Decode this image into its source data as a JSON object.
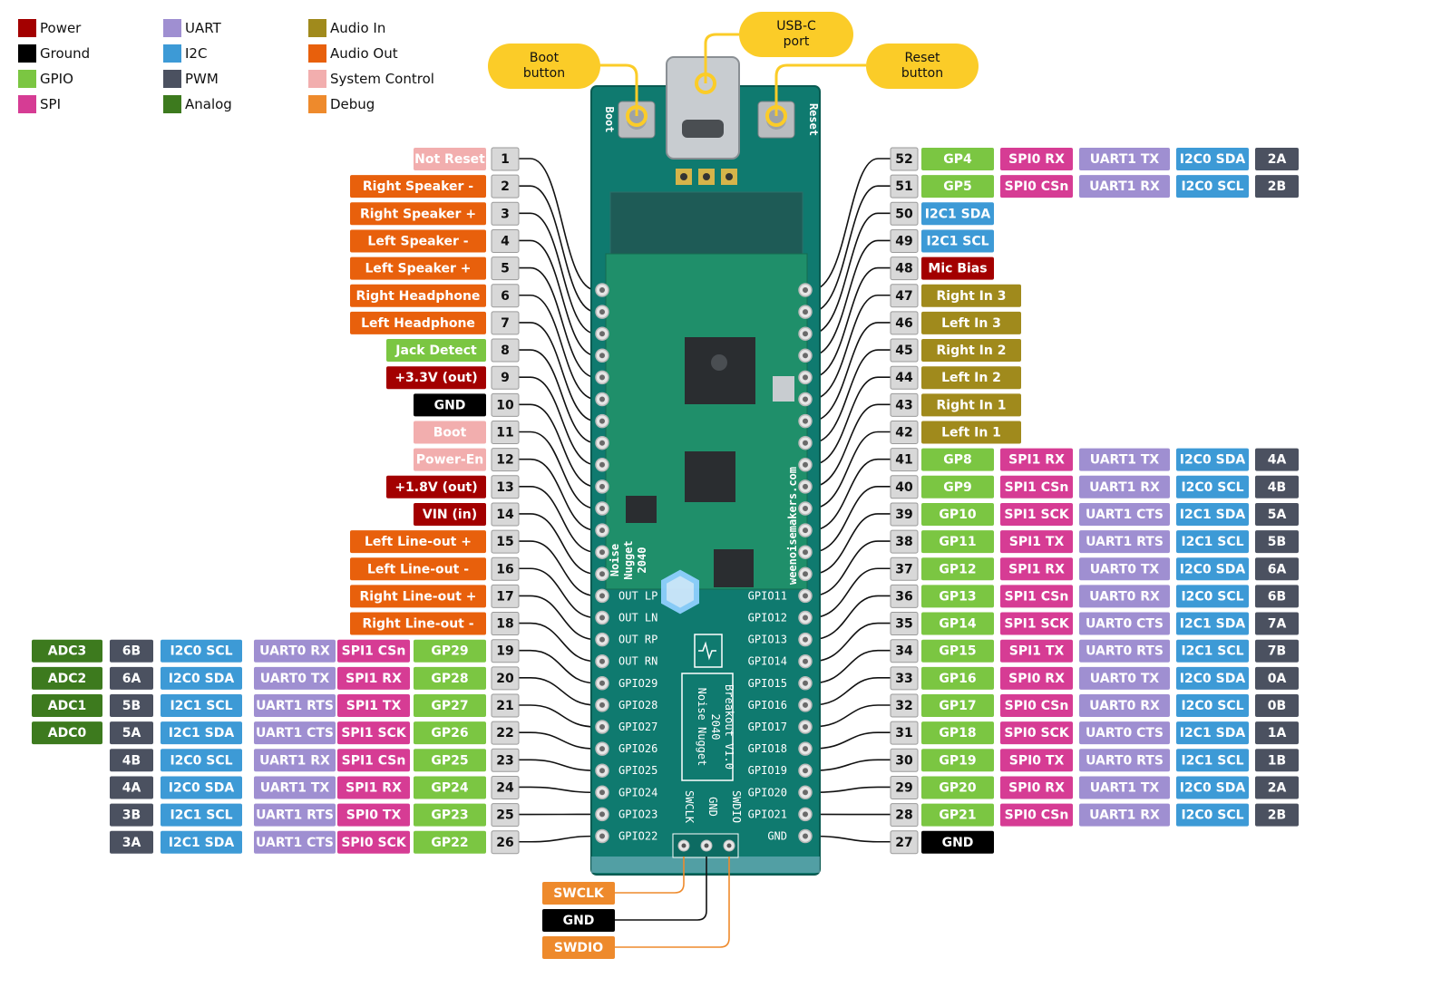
{
  "colors": {
    "Power": "#a30000",
    "Ground": "#000000",
    "GPIO": "#7bc642",
    "SPI": "#d63c94",
    "UART": "#9f8fd1",
    "I2C": "#3d9ad6",
    "PWM": "#4b5160",
    "Analog": "#3d7a1e",
    "AudioIn": "#a08a1c",
    "AudioOut": "#e8600c",
    "SysCtrl": "#f2aeae",
    "Debug": "#ee8a2c",
    "pinbox": "#d8d8d8",
    "board": "#0f7a6f",
    "callout": "#fbcc28"
  },
  "legend": [
    {
      "label": "Power",
      "color": "#a30000"
    },
    {
      "label": "Ground",
      "color": "#000000"
    },
    {
      "label": "GPIO",
      "color": "#7bc642"
    },
    {
      "label": "SPI",
      "color": "#d63c94"
    },
    {
      "label": "UART",
      "color": "#9f8fd1"
    },
    {
      "label": "I2C",
      "color": "#3d9ad6"
    },
    {
      "label": "PWM",
      "color": "#4b5160"
    },
    {
      "label": "Analog",
      "color": "#3d7a1e"
    },
    {
      "label": "Audio In",
      "color": "#a08a1c"
    },
    {
      "label": "Audio Out",
      "color": "#e8600c"
    },
    {
      "label": "System Control",
      "color": "#f2aeae"
    },
    {
      "label": "Debug",
      "color": "#ee8a2c"
    }
  ],
  "callouts": {
    "boot": [
      "Boot",
      "button"
    ],
    "usb": [
      "USB-C",
      "port"
    ],
    "reset": [
      "Reset",
      "button"
    ]
  },
  "board": {
    "boot_silk": "Boot",
    "reset_silk": "Reset",
    "website": "weenoisemakers.com",
    "name_silk": [
      "Noise",
      "Nugget",
      "2040"
    ],
    "breakout_silk": [
      "Noise Nugget",
      "2040",
      "Breakout V1.0"
    ],
    "swd_silk": [
      "SWCLK",
      "GND",
      "SWDIO"
    ],
    "left_silk": [
      "OUT LP",
      "OUT LN",
      "OUT RP",
      "OUT RN",
      "GPIO29",
      "GPIO28",
      "GPIO27",
      "GPIO26",
      "GPIO25",
      "GPIO24",
      "GPIO23",
      "GPIO22"
    ],
    "right_silk": [
      "GPIO11",
      "GPIO12",
      "GPIO13",
      "GPIO14",
      "GPIO15",
      "GPIO16",
      "GPIO17",
      "GPIO18",
      "GPIO19",
      "GPIO20",
      "GPIO21",
      "GND"
    ]
  },
  "left_pins": [
    {
      "pin": "1",
      "tags": [
        {
          "t": "Not Reset",
          "c": "SysCtrl"
        }
      ]
    },
    {
      "pin": "2",
      "tags": [
        {
          "t": "Right Speaker -",
          "c": "AudioOut"
        }
      ]
    },
    {
      "pin": "3",
      "tags": [
        {
          "t": "Right Speaker +",
          "c": "AudioOut"
        }
      ]
    },
    {
      "pin": "4",
      "tags": [
        {
          "t": "Left Speaker -",
          "c": "AudioOut"
        }
      ]
    },
    {
      "pin": "5",
      "tags": [
        {
          "t": "Left Speaker +",
          "c": "AudioOut"
        }
      ]
    },
    {
      "pin": "6",
      "tags": [
        {
          "t": "Right Headphone",
          "c": "AudioOut"
        }
      ]
    },
    {
      "pin": "7",
      "tags": [
        {
          "t": "Left Headphone",
          "c": "AudioOut"
        }
      ]
    },
    {
      "pin": "8",
      "tags": [
        {
          "t": "Jack Detect",
          "c": "GPIO"
        }
      ]
    },
    {
      "pin": "9",
      "tags": [
        {
          "t": "+3.3V (out)",
          "c": "Power"
        }
      ]
    },
    {
      "pin": "10",
      "tags": [
        {
          "t": "GND",
          "c": "Ground"
        }
      ]
    },
    {
      "pin": "11",
      "tags": [
        {
          "t": "Boot",
          "c": "SysCtrl"
        }
      ]
    },
    {
      "pin": "12",
      "tags": [
        {
          "t": "Power-En",
          "c": "SysCtrl"
        }
      ]
    },
    {
      "pin": "13",
      "tags": [
        {
          "t": "+1.8V (out)",
          "c": "Power"
        }
      ]
    },
    {
      "pin": "14",
      "tags": [
        {
          "t": "VIN (in)",
          "c": "Power"
        }
      ]
    },
    {
      "pin": "15",
      "tags": [
        {
          "t": "Left Line-out +",
          "c": "AudioOut"
        }
      ]
    },
    {
      "pin": "16",
      "tags": [
        {
          "t": "Left Line-out -",
          "c": "AudioOut"
        }
      ]
    },
    {
      "pin": "17",
      "tags": [
        {
          "t": "Right Line-out +",
          "c": "AudioOut"
        }
      ]
    },
    {
      "pin": "18",
      "tags": [
        {
          "t": "Right Line-out -",
          "c": "AudioOut"
        }
      ]
    },
    {
      "pin": "19",
      "tags": [
        {
          "t": "GP29",
          "c": "GPIO"
        },
        {
          "t": "SPI1 CSn",
          "c": "SPI"
        },
        {
          "t": "UART0 RX",
          "c": "UART"
        },
        {
          "t": "I2C0 SCL",
          "c": "I2C"
        },
        {
          "t": "6B",
          "c": "PWM"
        },
        {
          "t": "ADC3",
          "c": "Analog"
        }
      ]
    },
    {
      "pin": "20",
      "tags": [
        {
          "t": "GP28",
          "c": "GPIO"
        },
        {
          "t": "SPI1 RX",
          "c": "SPI"
        },
        {
          "t": "UART0 TX",
          "c": "UART"
        },
        {
          "t": "I2C0 SDA",
          "c": "I2C"
        },
        {
          "t": "6A",
          "c": "PWM"
        },
        {
          "t": "ADC2",
          "c": "Analog"
        }
      ]
    },
    {
      "pin": "21",
      "tags": [
        {
          "t": "GP27",
          "c": "GPIO"
        },
        {
          "t": "SPI1 TX",
          "c": "SPI"
        },
        {
          "t": "UART1 RTS",
          "c": "UART"
        },
        {
          "t": "I2C1 SCL",
          "c": "I2C"
        },
        {
          "t": "5B",
          "c": "PWM"
        },
        {
          "t": "ADC1",
          "c": "Analog"
        }
      ]
    },
    {
      "pin": "22",
      "tags": [
        {
          "t": "GP26",
          "c": "GPIO"
        },
        {
          "t": "SPI1 SCK",
          "c": "SPI"
        },
        {
          "t": "UART1 CTS",
          "c": "UART"
        },
        {
          "t": "I2C1 SDA",
          "c": "I2C"
        },
        {
          "t": "5A",
          "c": "PWM"
        },
        {
          "t": "ADC0",
          "c": "Analog"
        }
      ]
    },
    {
      "pin": "23",
      "tags": [
        {
          "t": "GP25",
          "c": "GPIO"
        },
        {
          "t": "SPI1 CSn",
          "c": "SPI"
        },
        {
          "t": "UART1 RX",
          "c": "UART"
        },
        {
          "t": "I2C0 SCL",
          "c": "I2C"
        },
        {
          "t": "4B",
          "c": "PWM"
        }
      ]
    },
    {
      "pin": "24",
      "tags": [
        {
          "t": "GP24",
          "c": "GPIO"
        },
        {
          "t": "SPI1 RX",
          "c": "SPI"
        },
        {
          "t": "UART1 TX",
          "c": "UART"
        },
        {
          "t": "I2C0 SDA",
          "c": "I2C"
        },
        {
          "t": "4A",
          "c": "PWM"
        }
      ]
    },
    {
      "pin": "25",
      "tags": [
        {
          "t": "GP23",
          "c": "GPIO"
        },
        {
          "t": "SPI0 TX",
          "c": "SPI"
        },
        {
          "t": "UART1 RTS",
          "c": "UART"
        },
        {
          "t": "I2C1 SCL",
          "c": "I2C"
        },
        {
          "t": "3B",
          "c": "PWM"
        }
      ]
    },
    {
      "pin": "26",
      "tags": [
        {
          "t": "GP22",
          "c": "GPIO"
        },
        {
          "t": "SPI0 SCK",
          "c": "SPI"
        },
        {
          "t": "UART1 CTS",
          "c": "UART"
        },
        {
          "t": "I2C1 SDA",
          "c": "I2C"
        },
        {
          "t": "3A",
          "c": "PWM"
        }
      ]
    }
  ],
  "right_pins": [
    {
      "pin": "52",
      "tags": [
        {
          "t": "GP4",
          "c": "GPIO"
        },
        {
          "t": "SPI0 RX",
          "c": "SPI"
        },
        {
          "t": "UART1 TX",
          "c": "UART"
        },
        {
          "t": "I2C0 SDA",
          "c": "I2C"
        },
        {
          "t": "2A",
          "c": "PWM"
        }
      ]
    },
    {
      "pin": "51",
      "tags": [
        {
          "t": "GP5",
          "c": "GPIO"
        },
        {
          "t": "SPI0 CSn",
          "c": "SPI"
        },
        {
          "t": "UART1 RX",
          "c": "UART"
        },
        {
          "t": "I2C0 SCL",
          "c": "I2C"
        },
        {
          "t": "2B",
          "c": "PWM"
        }
      ]
    },
    {
      "pin": "50",
      "tags": [
        {
          "t": "I2C1 SDA",
          "c": "I2C"
        }
      ]
    },
    {
      "pin": "49",
      "tags": [
        {
          "t": "I2C1 SCL",
          "c": "I2C"
        }
      ]
    },
    {
      "pin": "48",
      "tags": [
        {
          "t": "Mic Bias",
          "c": "Power"
        }
      ]
    },
    {
      "pin": "47",
      "tags": [
        {
          "t": "Right In 3",
          "c": "AudioIn"
        }
      ]
    },
    {
      "pin": "46",
      "tags": [
        {
          "t": "Left In 3",
          "c": "AudioIn"
        }
      ]
    },
    {
      "pin": "45",
      "tags": [
        {
          "t": "Right In 2",
          "c": "AudioIn"
        }
      ]
    },
    {
      "pin": "44",
      "tags": [
        {
          "t": "Left In 2",
          "c": "AudioIn"
        }
      ]
    },
    {
      "pin": "43",
      "tags": [
        {
          "t": "Right In 1",
          "c": "AudioIn"
        }
      ]
    },
    {
      "pin": "42",
      "tags": [
        {
          "t": "Left In 1",
          "c": "AudioIn"
        }
      ]
    },
    {
      "pin": "41",
      "tags": [
        {
          "t": "GP8",
          "c": "GPIO"
        },
        {
          "t": "SPI1 RX",
          "c": "SPI"
        },
        {
          "t": "UART1 TX",
          "c": "UART"
        },
        {
          "t": "I2C0 SDA",
          "c": "I2C"
        },
        {
          "t": "4A",
          "c": "PWM"
        }
      ]
    },
    {
      "pin": "40",
      "tags": [
        {
          "t": "GP9",
          "c": "GPIO"
        },
        {
          "t": "SPI1 CSn",
          "c": "SPI"
        },
        {
          "t": "UART1 RX",
          "c": "UART"
        },
        {
          "t": "I2C0 SCL",
          "c": "I2C"
        },
        {
          "t": "4B",
          "c": "PWM"
        }
      ]
    },
    {
      "pin": "39",
      "tags": [
        {
          "t": "GP10",
          "c": "GPIO"
        },
        {
          "t": "SPI1 SCK",
          "c": "SPI"
        },
        {
          "t": "UART1 CTS",
          "c": "UART"
        },
        {
          "t": "I2C1 SDA",
          "c": "I2C"
        },
        {
          "t": "5A",
          "c": "PWM"
        }
      ]
    },
    {
      "pin": "38",
      "tags": [
        {
          "t": "GP11",
          "c": "GPIO"
        },
        {
          "t": "SPI1 TX",
          "c": "SPI"
        },
        {
          "t": "UART1 RTS",
          "c": "UART"
        },
        {
          "t": "I2C1 SCL",
          "c": "I2C"
        },
        {
          "t": "5B",
          "c": "PWM"
        }
      ]
    },
    {
      "pin": "37",
      "tags": [
        {
          "t": "GP12",
          "c": "GPIO"
        },
        {
          "t": "SPI1 RX",
          "c": "SPI"
        },
        {
          "t": "UART0 TX",
          "c": "UART"
        },
        {
          "t": "I2C0 SDA",
          "c": "I2C"
        },
        {
          "t": "6A",
          "c": "PWM"
        }
      ]
    },
    {
      "pin": "36",
      "tags": [
        {
          "t": "GP13",
          "c": "GPIO"
        },
        {
          "t": "SPI1 CSn",
          "c": "SPI"
        },
        {
          "t": "UART0 RX",
          "c": "UART"
        },
        {
          "t": "I2C0 SCL",
          "c": "I2C"
        },
        {
          "t": "6B",
          "c": "PWM"
        }
      ]
    },
    {
      "pin": "35",
      "tags": [
        {
          "t": "GP14",
          "c": "GPIO"
        },
        {
          "t": "SPI1 SCK",
          "c": "SPI"
        },
        {
          "t": "UART0 CTS",
          "c": "UART"
        },
        {
          "t": "I2C1 SDA",
          "c": "I2C"
        },
        {
          "t": "7A",
          "c": "PWM"
        }
      ]
    },
    {
      "pin": "34",
      "tags": [
        {
          "t": "GP15",
          "c": "GPIO"
        },
        {
          "t": "SPI1 TX",
          "c": "SPI"
        },
        {
          "t": "UART0 RTS",
          "c": "UART"
        },
        {
          "t": "I2C1 SCL",
          "c": "I2C"
        },
        {
          "t": "7B",
          "c": "PWM"
        }
      ]
    },
    {
      "pin": "33",
      "tags": [
        {
          "t": "GP16",
          "c": "GPIO"
        },
        {
          "t": "SPI0 RX",
          "c": "SPI"
        },
        {
          "t": "UART0 TX",
          "c": "UART"
        },
        {
          "t": "I2C0 SDA",
          "c": "I2C"
        },
        {
          "t": "0A",
          "c": "PWM"
        }
      ]
    },
    {
      "pin": "32",
      "tags": [
        {
          "t": "GP17",
          "c": "GPIO"
        },
        {
          "t": "SPI0 CSn",
          "c": "SPI"
        },
        {
          "t": "UART0 RX",
          "c": "UART"
        },
        {
          "t": "I2C0 SCL",
          "c": "I2C"
        },
        {
          "t": "0B",
          "c": "PWM"
        }
      ]
    },
    {
      "pin": "31",
      "tags": [
        {
          "t": "GP18",
          "c": "GPIO"
        },
        {
          "t": "SPI0 SCK",
          "c": "SPI"
        },
        {
          "t": "UART0 CTS",
          "c": "UART"
        },
        {
          "t": "I2C1 SDA",
          "c": "I2C"
        },
        {
          "t": "1A",
          "c": "PWM"
        }
      ]
    },
    {
      "pin": "30",
      "tags": [
        {
          "t": "GP19",
          "c": "GPIO"
        },
        {
          "t": "SPI0 TX",
          "c": "SPI"
        },
        {
          "t": "UART0 RTS",
          "c": "UART"
        },
        {
          "t": "I2C1 SCL",
          "c": "I2C"
        },
        {
          "t": "1B",
          "c": "PWM"
        }
      ]
    },
    {
      "pin": "29",
      "tags": [
        {
          "t": "GP20",
          "c": "GPIO"
        },
        {
          "t": "SPI0 RX",
          "c": "SPI"
        },
        {
          "t": "UART1 TX",
          "c": "UART"
        },
        {
          "t": "I2C0 SDA",
          "c": "I2C"
        },
        {
          "t": "2A",
          "c": "PWM"
        }
      ]
    },
    {
      "pin": "28",
      "tags": [
        {
          "t": "GP21",
          "c": "GPIO"
        },
        {
          "t": "SPI0 CSn",
          "c": "SPI"
        },
        {
          "t": "UART1 RX",
          "c": "UART"
        },
        {
          "t": "I2C0 SCL",
          "c": "I2C"
        },
        {
          "t": "2B",
          "c": "PWM"
        }
      ]
    },
    {
      "pin": "27",
      "tags": [
        {
          "t": "GND",
          "c": "Ground"
        }
      ]
    }
  ],
  "swd": [
    {
      "t": "SWCLK",
      "c": "Debug"
    },
    {
      "t": "GND",
      "c": "Ground"
    },
    {
      "t": "SWDIO",
      "c": "Debug"
    }
  ]
}
